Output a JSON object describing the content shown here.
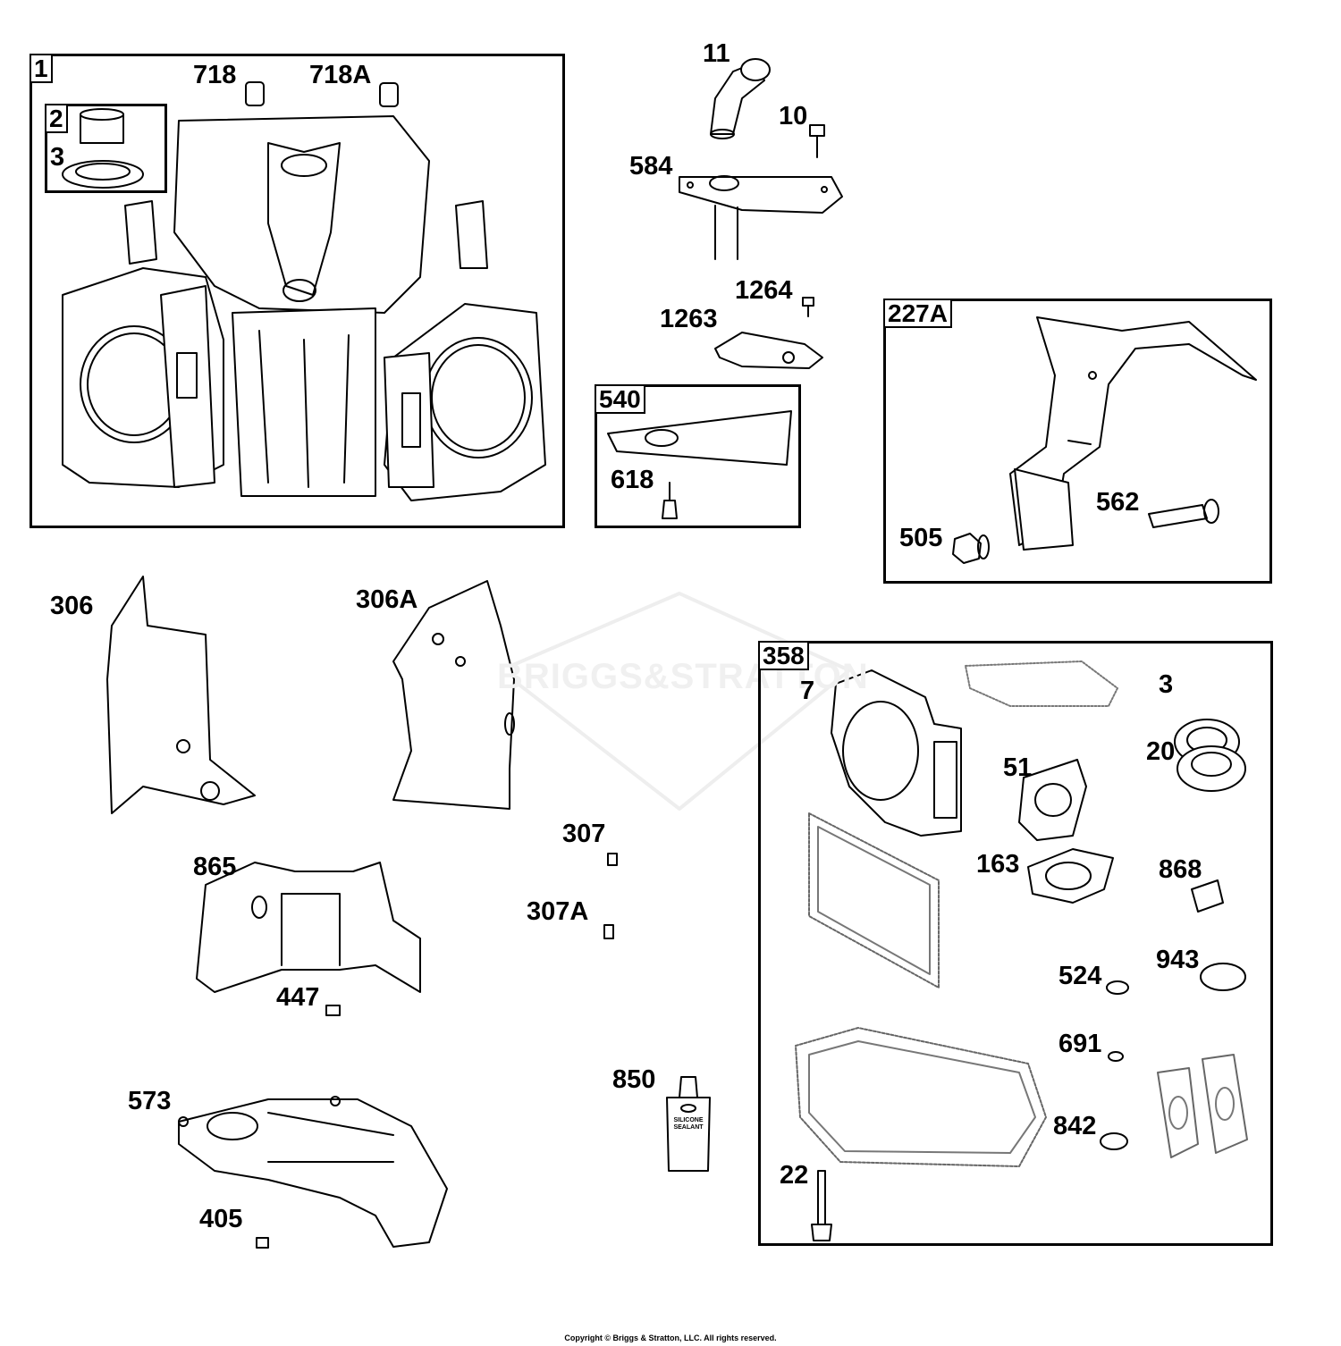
{
  "watermark": {
    "text": "BRIGGS&STRATTON"
  },
  "groups": {
    "g1": "1",
    "g2": "2",
    "g540": "540",
    "g227a": "227A",
    "g358": "358"
  },
  "parts": {
    "p718": "718",
    "p718a": "718A",
    "p3a": "3",
    "p11": "11",
    "p10": "10",
    "p584": "584",
    "p1264": "1264",
    "p1263": "1263",
    "p618": "618",
    "p505": "505",
    "p562": "562",
    "p306": "306",
    "p306a": "306A",
    "p307": "307",
    "p307a": "307A",
    "p865": "865",
    "p447": "447",
    "p573": "573",
    "p405": "405",
    "p850": "850",
    "p7": "7",
    "p3b": "3",
    "p20": "20",
    "p51": "51",
    "p163": "163",
    "p868": "868",
    "p524": "524",
    "p943": "943",
    "p691": "691",
    "p842": "842",
    "p22": "22"
  },
  "sealant": {
    "line1": "SILICONE",
    "line2": "SEALANT"
  },
  "footer": {
    "copyright": "Copyright © Briggs & Stratton, LLC. All rights reserved."
  }
}
